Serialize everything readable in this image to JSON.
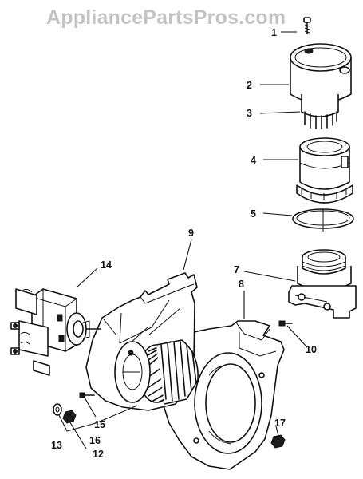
{
  "watermark": "AppliancePartsPros.com",
  "labels": {
    "l1": "1",
    "l2": "2",
    "l3": "3",
    "l4": "4",
    "l5": "5",
    "l7": "7",
    "l8": "8",
    "l9": "9",
    "l10": "10",
    "l12": "12",
    "l13": "13",
    "l14": "14",
    "l15": "15",
    "l16": "16",
    "l17": "17"
  }
}
